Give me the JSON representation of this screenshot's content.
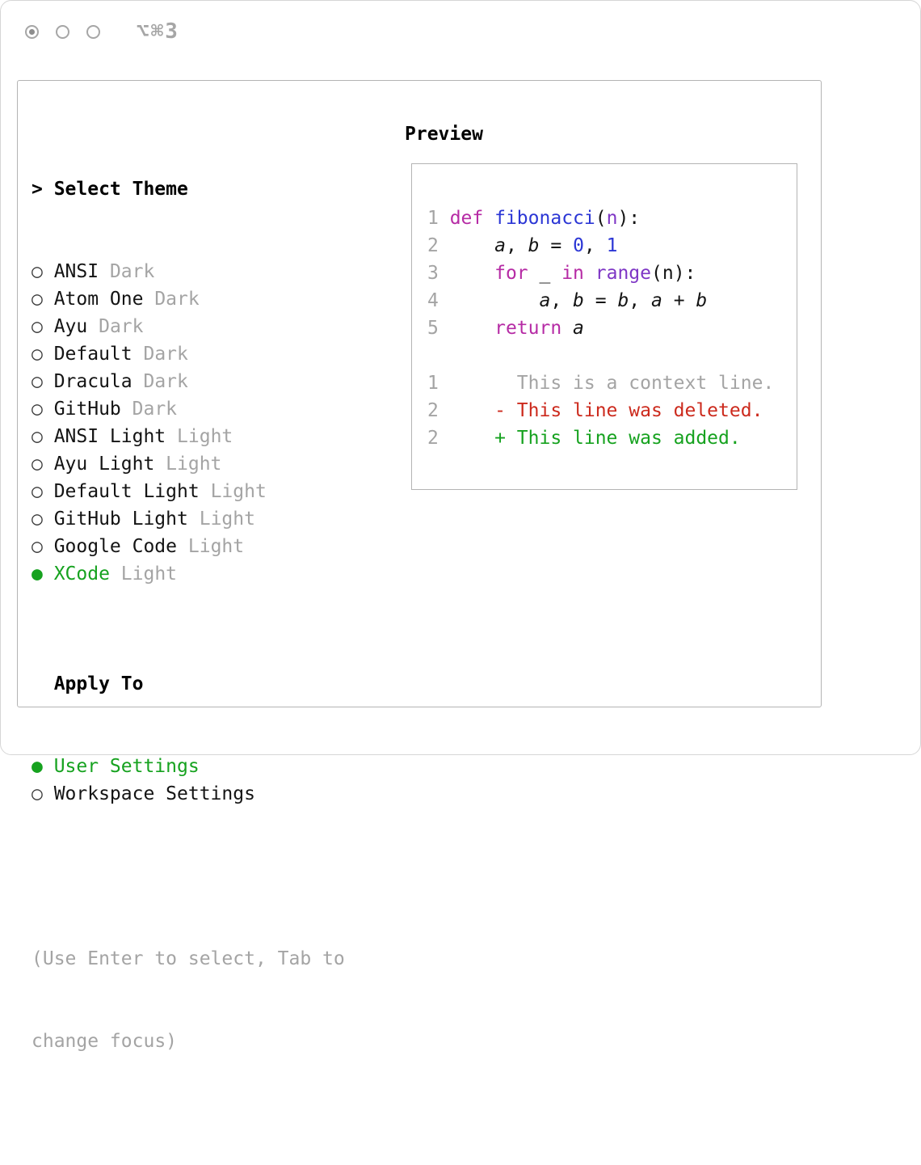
{
  "window": {
    "shortcut_label": "⌥⌘3"
  },
  "glyphs": {
    "focus_caret": ">",
    "radio_unselected": "○",
    "radio_selected": "●"
  },
  "colors": {
    "text": "#141414",
    "muted": "#a4a4a4",
    "chrome": "#a6a6a6",
    "border": "#b4b4b4",
    "winborder": "#d6d6d6",
    "green": "#16a21f",
    "kw": "#b62ba5",
    "blue": "#2b36d5",
    "purple": "#7e36c5",
    "del": "#cc2a1d",
    "add": "#16a21f"
  },
  "theme_selector": {
    "title": "Select Theme",
    "options": [
      {
        "name": "ANSI",
        "variant": "Dark",
        "selected": false
      },
      {
        "name": "Atom One",
        "variant": "Dark",
        "selected": false
      },
      {
        "name": "Ayu",
        "variant": "Dark",
        "selected": false
      },
      {
        "name": "Default",
        "variant": "Dark",
        "selected": false
      },
      {
        "name": "Dracula",
        "variant": "Dark",
        "selected": false
      },
      {
        "name": "GitHub",
        "variant": "Dark",
        "selected": false
      },
      {
        "name": "ANSI Light",
        "variant": "Light",
        "selected": false
      },
      {
        "name": "Ayu Light",
        "variant": "Light",
        "selected": false
      },
      {
        "name": "Default Light",
        "variant": "Light",
        "selected": false
      },
      {
        "name": "GitHub Light",
        "variant": "Light",
        "selected": false
      },
      {
        "name": "Google Code",
        "variant": "Light",
        "selected": false
      },
      {
        "name": "XCode",
        "variant": "Light",
        "selected": true
      }
    ],
    "apply_to_title": "Apply To",
    "apply_options": [
      {
        "name": "User Settings",
        "selected": true
      },
      {
        "name": "Workspace Settings",
        "selected": false
      }
    ],
    "hint_lines": [
      "(Use Enter to select, Tab to",
      "change focus)"
    ]
  },
  "preview": {
    "title": "Preview",
    "lines": [
      {
        "num": "1",
        "kind": "code",
        "tokens": [
          {
            "t": " ",
            "c": "pl"
          },
          {
            "t": "def",
            "c": "kw"
          },
          {
            "t": " ",
            "c": "pl"
          },
          {
            "t": "fibonacci",
            "c": "fn"
          },
          {
            "t": "(",
            "c": "pl"
          },
          {
            "t": "n",
            "c": "pr"
          },
          {
            "t": "):",
            "c": "pl"
          }
        ]
      },
      {
        "num": "2",
        "kind": "code",
        "tokens": [
          {
            "t": "     ",
            "c": "pl"
          },
          {
            "t": "a",
            "c": "va"
          },
          {
            "t": ", ",
            "c": "pl"
          },
          {
            "t": "b",
            "c": "va"
          },
          {
            "t": " = ",
            "c": "pl"
          },
          {
            "t": "0",
            "c": "nu"
          },
          {
            "t": ", ",
            "c": "pl"
          },
          {
            "t": "1",
            "c": "nu"
          }
        ]
      },
      {
        "num": "3",
        "kind": "code",
        "tokens": [
          {
            "t": "     ",
            "c": "pl"
          },
          {
            "t": "for",
            "c": "kw"
          },
          {
            "t": " _ ",
            "c": "pl"
          },
          {
            "t": "in",
            "c": "kw"
          },
          {
            "t": " ",
            "c": "pl"
          },
          {
            "t": "range",
            "c": "ty"
          },
          {
            "t": "(n):",
            "c": "pl"
          }
        ]
      },
      {
        "num": "4",
        "kind": "code",
        "tokens": [
          {
            "t": "         ",
            "c": "pl"
          },
          {
            "t": "a",
            "c": "va"
          },
          {
            "t": ", ",
            "c": "pl"
          },
          {
            "t": "b",
            "c": "va"
          },
          {
            "t": " = ",
            "c": "pl"
          },
          {
            "t": "b",
            "c": "va"
          },
          {
            "t": ", ",
            "c": "pl"
          },
          {
            "t": "a",
            "c": "va"
          },
          {
            "t": " + ",
            "c": "pl"
          },
          {
            "t": "b",
            "c": "va"
          }
        ]
      },
      {
        "num": "5",
        "kind": "code",
        "tokens": [
          {
            "t": "     ",
            "c": "pl"
          },
          {
            "t": "return",
            "c": "kw"
          },
          {
            "t": " ",
            "c": "pl"
          },
          {
            "t": "a",
            "c": "va"
          }
        ]
      },
      {
        "num": "",
        "kind": "blank",
        "tokens": []
      },
      {
        "num": "1",
        "kind": "diff-context",
        "tokens": [
          {
            "t": "       This is a context line.",
            "c": "ctx"
          }
        ]
      },
      {
        "num": "2",
        "kind": "diff-deleted",
        "tokens": [
          {
            "t": "     - This line was deleted.",
            "c": "del"
          }
        ]
      },
      {
        "num": "2",
        "kind": "diff-added",
        "tokens": [
          {
            "t": "     + This line was added.",
            "c": "add"
          }
        ]
      }
    ]
  }
}
